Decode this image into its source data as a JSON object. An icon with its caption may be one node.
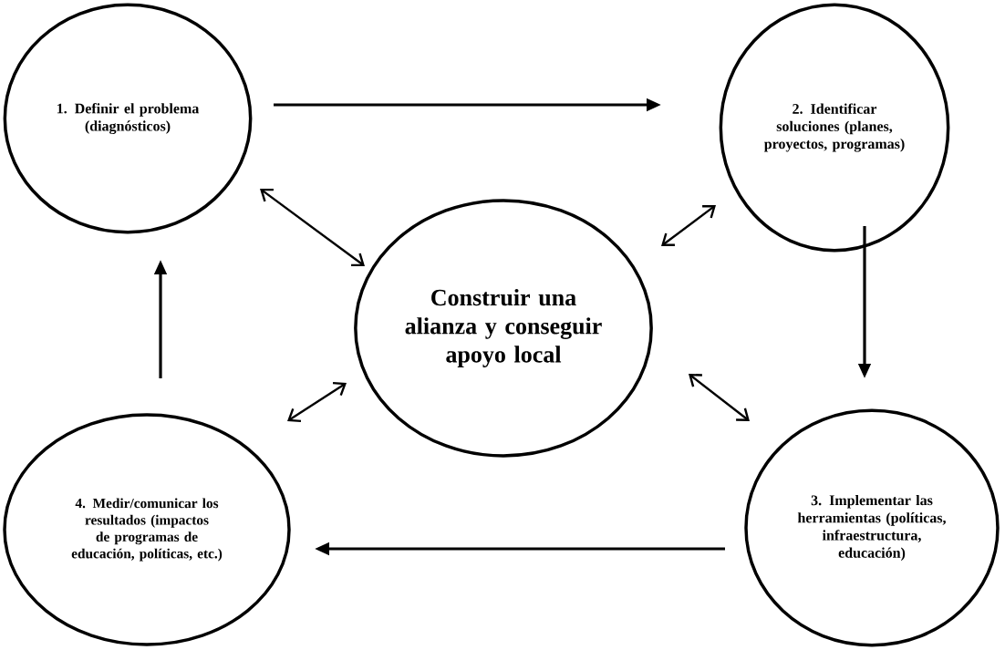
{
  "diagram": {
    "nodes": [
      {
        "text": [
          "1. Definir el problema (diagnósticos)"
        ]
      },
      {
        "text": [
          "2. Identificar soluciones (planes, proyectos, programas)"
        ]
      },
      {
        "text": [
          "Construir una alianza y conseguir apoyo local"
        ]
      },
      {
        "text": [
          "3. Implementar las herramientas (políticas, infraestructura, educación)"
        ]
      },
      {
        "text": [
          "4. Medir/comunicar los resultados (impactos de programas de educación, políticas, etc.)"
        ]
      }
    ],
    "edges": [
      {
        "from": 0,
        "to": 1,
        "arrow": "to"
      },
      {
        "from": 1,
        "to": 3,
        "arrow": "to"
      },
      {
        "from": 3,
        "to": 4,
        "arrow": "to"
      },
      {
        "from": 4,
        "to": 0,
        "arrow": "to"
      },
      {
        "from": 0,
        "to": 2,
        "arrow": "both"
      },
      {
        "from": 1,
        "to": 2,
        "arrow": "both"
      },
      {
        "from": 4,
        "to": 2,
        "arrow": "both"
      },
      {
        "from": 3,
        "to": 2,
        "arrow": "both"
      }
    ]
  }
}
